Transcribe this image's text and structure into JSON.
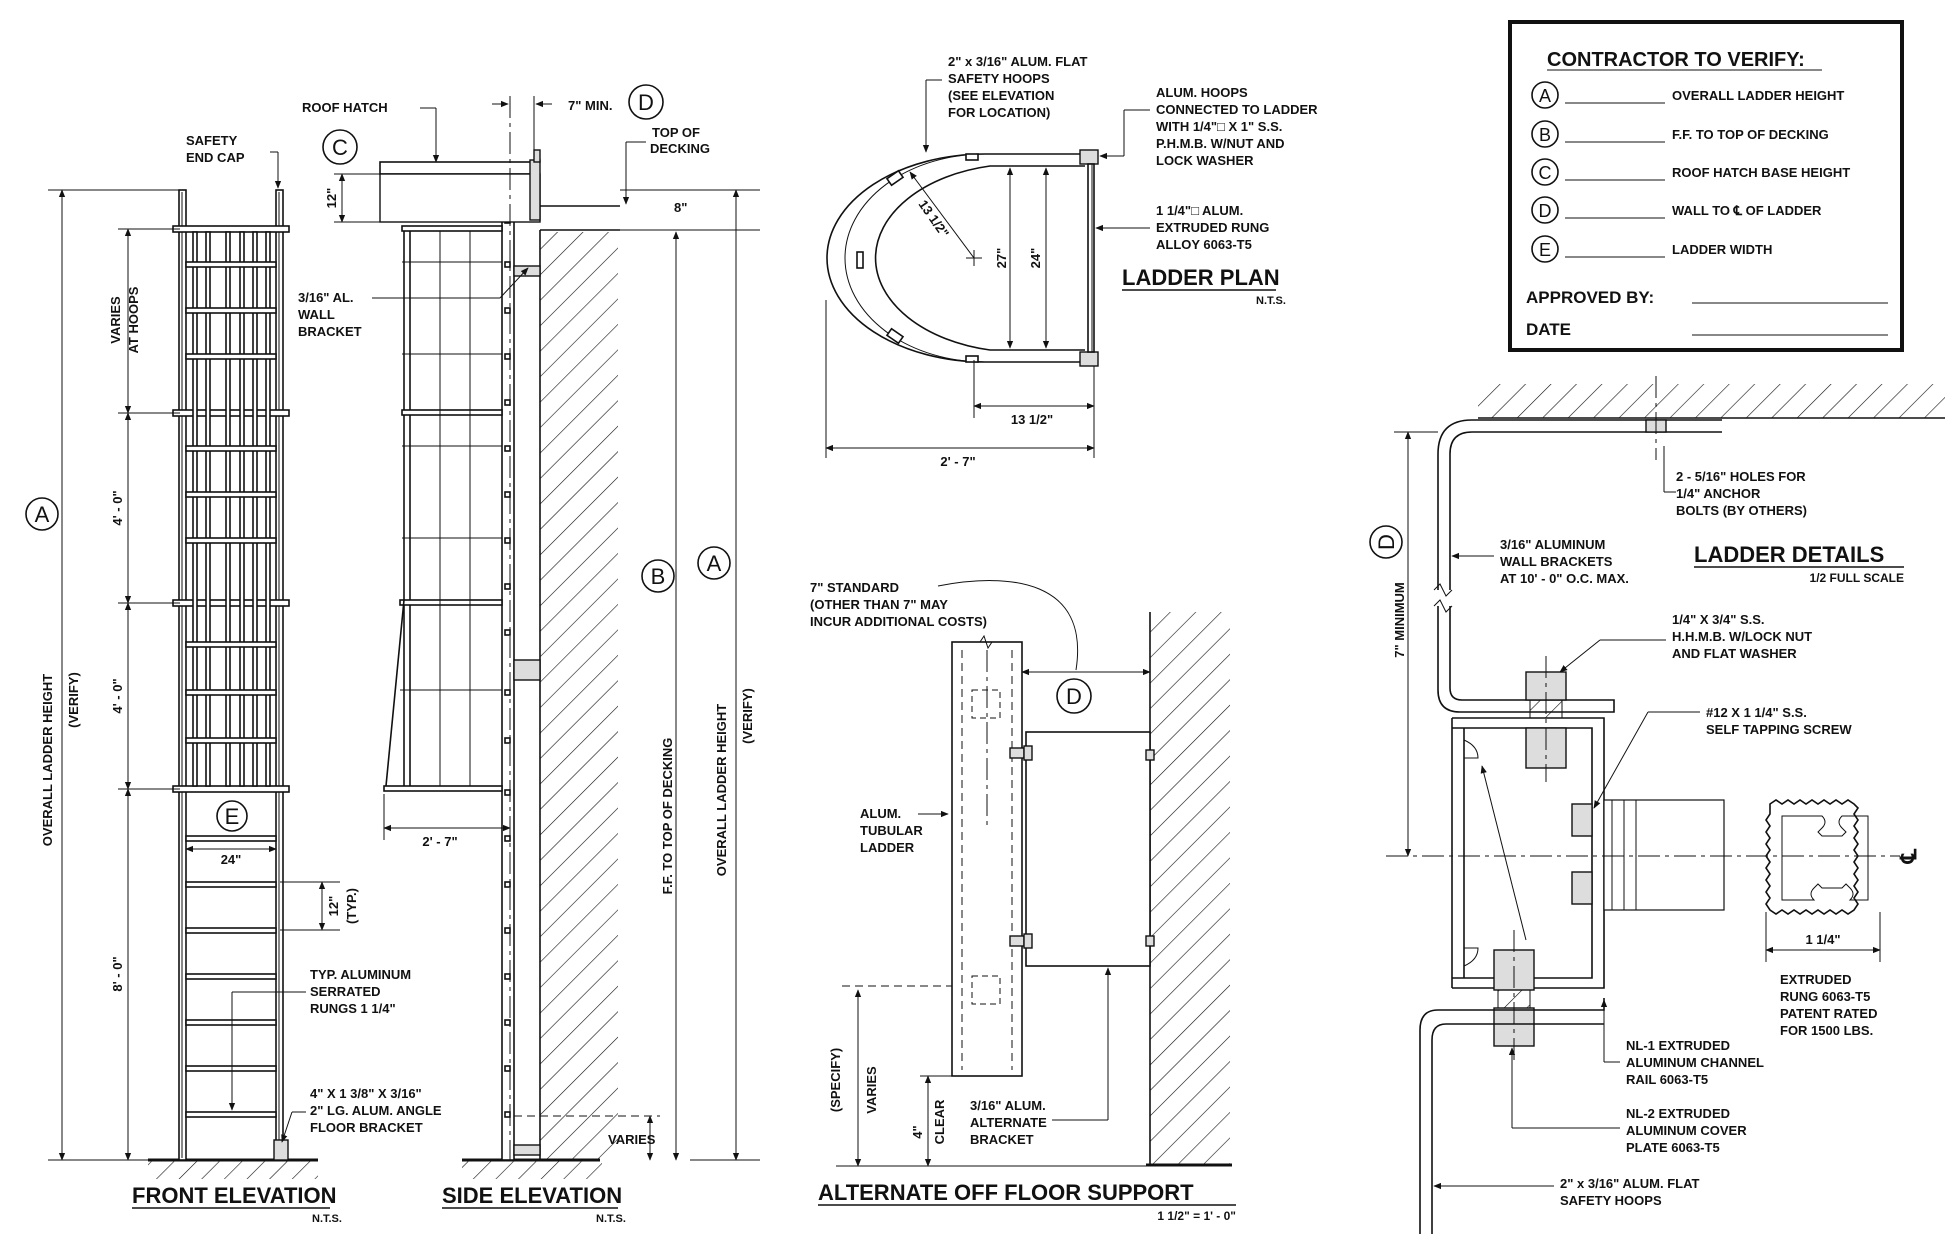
{
  "verify_box": {
    "heading": "CONTRACTOR TO VERIFY:",
    "items": [
      {
        "key": "A",
        "label": "OVERALL LADDER HEIGHT"
      },
      {
        "key": "B",
        "label": "F.F. TO TOP OF DECKING"
      },
      {
        "key": "C",
        "label": "ROOF HATCH BASE HEIGHT"
      },
      {
        "key": "D",
        "label": "WALL TO ℄ OF LADDER"
      },
      {
        "key": "E",
        "label": "LADDER WIDTH"
      }
    ],
    "approved_by": "APPROVED BY:",
    "date": "DATE"
  },
  "front_elevation": {
    "title": "FRONT ELEVATION",
    "scale": "N.T.S.",
    "safety_end_cap": [
      "SAFETY",
      "END CAP"
    ],
    "varies_at_hoops": [
      "VARIES",
      "AT HOOPS"
    ],
    "dim_4ft_a": "4' - 0\"",
    "dim_4ft_b": "4' - 0\"",
    "dim_8ft": "8' - 0\"",
    "overall": [
      "OVERALL LADDER HEIGHT",
      "(VERIFY)"
    ],
    "width": "24\"",
    "rung_spacing": [
      "12\"",
      "(TYP.)"
    ],
    "rungs_note": [
      "TYP. ALUMINUM",
      "SERRATED",
      "RUNGS 1 1/4\""
    ],
    "floor_bracket": [
      "4\" X 1 3/8\" X 3/16\"",
      "2\" LG. ALUM. ANGLE",
      "FLOOR BRACKET"
    ],
    "tag_a": "A",
    "tag_e": "E"
  },
  "side_elevation": {
    "title": "SIDE ELEVATION",
    "scale": "N.T.S.",
    "roof_hatch": "ROOF HATCH",
    "min_7": "7\" MIN.",
    "top_of_decking": [
      "TOP OF",
      "DECKING"
    ],
    "dim_12": "12\"",
    "dim_8": "8\"",
    "wall_bracket": [
      "3/16\" AL.",
      "WALL",
      "BRACKET"
    ],
    "dim_2_7": "2' - 7\"",
    "ff_to_deck": "F.F. TO TOP OF DECKING",
    "overall": [
      "OVERALL LADDER HEIGHT",
      "(VERIFY)"
    ],
    "varies": "VARIES",
    "tag_b": "B",
    "tag_a": "A",
    "tag_c": "C",
    "tag_d": "D"
  },
  "ladder_plan": {
    "title": "LADDER PLAN",
    "scale": "N.T.S.",
    "hoops_note": [
      "2\" x 3/16\" ALUM. FLAT",
      "SAFETY HOOPS",
      "(SEE ELEVATION",
      "FOR LOCATION)"
    ],
    "hoops_conn": [
      "ALUM. HOOPS",
      "CONNECTED TO LADDER",
      "WITH 1/4\"□ X 1\" S.S.",
      "P.H.M.B. W/NUT AND",
      "LOCK WASHER"
    ],
    "rung_note": [
      "1 1/4\"□ ALUM.",
      "EXTRUDED RUNG",
      "ALLOY 6063-T5"
    ],
    "radius": "13 1/2\"",
    "dim_27": "27\"",
    "dim_24": "24\"",
    "dim_13": "13 1/2\"",
    "dim_2_7": "2' - 7\""
  },
  "alt_support": {
    "title": "ALTERNATE OFF FLOOR SUPPORT",
    "scale": "1 1/2\" = 1' - 0\"",
    "standard": [
      "7\" STANDARD",
      "(OTHER THAN 7\" MAY",
      "INCUR ADDITIONAL COSTS)"
    ],
    "tubular": [
      "ALUM.",
      "TUBULAR",
      "LADDER"
    ],
    "bracket": [
      "3/16\" ALUM.",
      "ALTERNATE",
      "BRACKET"
    ],
    "varies": "VARIES",
    "specify": "(SPECIFY)",
    "clear_4": "4\"",
    "clear": "CLEAR",
    "tag_d": "D"
  },
  "details": {
    "title": "LADDER DETAILS",
    "scale": "1/2 FULL SCALE",
    "holes": [
      "2 - 5/16\" HOLES FOR",
      "1/4\" ANCHOR",
      "BOLTS (BY OTHERS)"
    ],
    "wall_brackets": [
      "3/16\" ALUMINUM",
      "WALL BRACKETS",
      "AT 10' - 0\" O.C. MAX."
    ],
    "hhmb": [
      "1/4\" X 3/4\" S.S.",
      "H.H.M.B. W/LOCK NUT",
      "AND FLAT WASHER"
    ],
    "screw": [
      "#12 X 1 1/4\" S.S.",
      "SELF TAPPING SCREW"
    ],
    "min_7": "7\" MINIMUM",
    "dim_1_14": "1 1/4\"",
    "rung": [
      "EXTRUDED",
      "RUNG 6063-T5",
      "PATENT RATED",
      "FOR 1500 LBS."
    ],
    "nl1": [
      "NL-1 EXTRUDED",
      "ALUMINUM CHANNEL",
      "RAIL 6063-T5"
    ],
    "nl2": [
      "NL-2 EXTRUDED",
      "ALUMINUM COVER",
      "PLATE 6063-T5"
    ],
    "hoops": [
      "2\" x 3/16\" ALUM. FLAT",
      "SAFETY HOOPS"
    ],
    "cl": "℄",
    "tag_d": "D"
  }
}
